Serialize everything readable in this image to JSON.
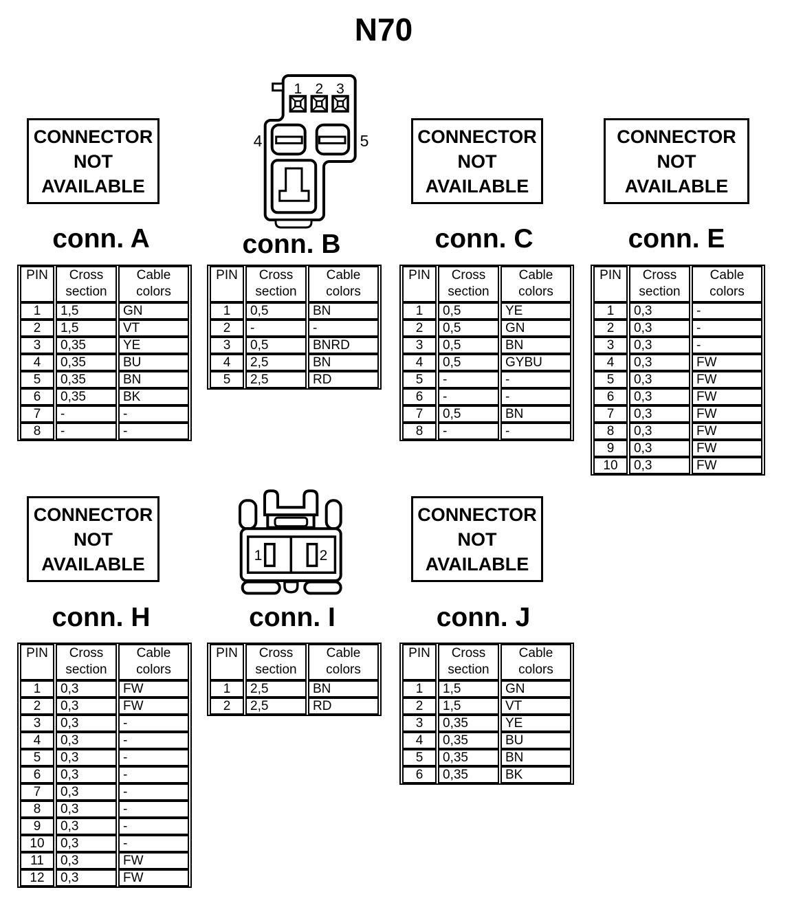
{
  "title": "N70",
  "not_available": {
    "lines": [
      "CONNECTOR",
      "NOT",
      "AVAILABLE"
    ]
  },
  "headers": {
    "pin": "PIN",
    "cross": [
      "Cross",
      "section"
    ],
    "cable": [
      "Cable",
      "colors"
    ]
  },
  "connectors": {
    "A": {
      "label": "conn. A",
      "rows": [
        [
          "1",
          "1,5",
          "GN"
        ],
        [
          "2",
          "1,5",
          "VT"
        ],
        [
          "3",
          "0,35",
          "YE"
        ],
        [
          "4",
          "0,35",
          "BU"
        ],
        [
          "5",
          "0,35",
          "BN"
        ],
        [
          "6",
          "0,35",
          "BK"
        ],
        [
          "7",
          "-",
          "-"
        ],
        [
          "8",
          "-",
          "-"
        ]
      ]
    },
    "B": {
      "label": "conn. B",
      "diagram_pins": [
        "1",
        "2",
        "3",
        "4",
        "5"
      ],
      "rows": [
        [
          "1",
          "0,5",
          "BN"
        ],
        [
          "2",
          "-",
          "-"
        ],
        [
          "3",
          "0,5",
          "BNRD"
        ],
        [
          "4",
          "2,5",
          "BN"
        ],
        [
          "5",
          "2,5",
          "RD"
        ]
      ]
    },
    "C": {
      "label": "conn. C",
      "rows": [
        [
          "1",
          "0,5",
          "YE"
        ],
        [
          "2",
          "0,5",
          "GN"
        ],
        [
          "3",
          "0,5",
          "BN"
        ],
        [
          "4",
          "0,5",
          "GYBU"
        ],
        [
          "5",
          "-",
          "-"
        ],
        [
          "6",
          "-",
          "-"
        ],
        [
          "7",
          "0,5",
          "BN"
        ],
        [
          "8",
          "-",
          "-"
        ]
      ]
    },
    "E": {
      "label": "conn. E",
      "rows": [
        [
          "1",
          "0,3",
          "-"
        ],
        [
          "2",
          "0,3",
          "-"
        ],
        [
          "3",
          "0,3",
          "-"
        ],
        [
          "4",
          "0,3",
          "FW"
        ],
        [
          "5",
          "0,3",
          "FW"
        ],
        [
          "6",
          "0,3",
          "FW"
        ],
        [
          "7",
          "0,3",
          "FW"
        ],
        [
          "8",
          "0,3",
          "FW"
        ],
        [
          "9",
          "0,3",
          "FW"
        ],
        [
          "10",
          "0,3",
          "FW"
        ]
      ]
    },
    "H": {
      "label": "conn. H",
      "rows": [
        [
          "1",
          "0,3",
          "FW"
        ],
        [
          "2",
          "0,3",
          "FW"
        ],
        [
          "3",
          "0,3",
          "-"
        ],
        [
          "4",
          "0,3",
          "-"
        ],
        [
          "5",
          "0,3",
          "-"
        ],
        [
          "6",
          "0,3",
          "-"
        ],
        [
          "7",
          "0,3",
          "-"
        ],
        [
          "8",
          "0,3",
          "-"
        ],
        [
          "9",
          "0,3",
          "-"
        ],
        [
          "10",
          "0,3",
          "-"
        ],
        [
          "11",
          "0,3",
          "FW"
        ],
        [
          "12",
          "0,3",
          "FW"
        ]
      ]
    },
    "I": {
      "label": "conn. I",
      "diagram_pins": [
        "1",
        "2"
      ],
      "rows": [
        [
          "1",
          "2,5",
          "BN"
        ],
        [
          "2",
          "2,5",
          "RD"
        ]
      ]
    },
    "J": {
      "label": "conn. J",
      "rows": [
        [
          "1",
          "1,5",
          "GN"
        ],
        [
          "2",
          "1,5",
          "VT"
        ],
        [
          "3",
          "0,35",
          "YE"
        ],
        [
          "4",
          "0,35",
          "BU"
        ],
        [
          "5",
          "0,35",
          "BN"
        ],
        [
          "6",
          "0,35",
          "BK"
        ]
      ]
    }
  },
  "colors": {
    "ink": "#000000",
    "paper": "#ffffff"
  }
}
